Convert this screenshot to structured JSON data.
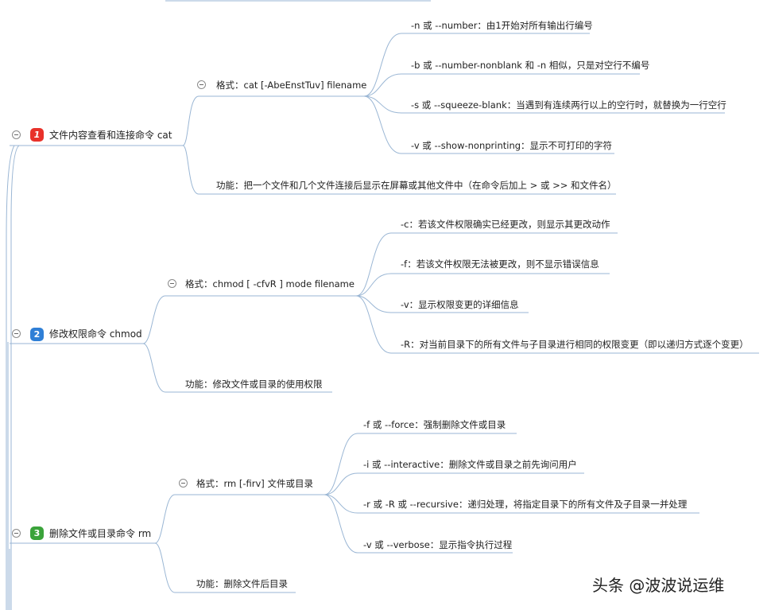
{
  "colors": {
    "line": "#9ab6d4",
    "badge_1": "#e8312a",
    "badge_2": "#2f7fd6",
    "badge_3": "#3aa33a"
  },
  "icons": {
    "collapse": "circle-minus-icon"
  },
  "topics": [
    {
      "number": "1",
      "label": "文件内容查看和连接命令 cat",
      "format": "格式：cat [-AbeEnstTuv] filename",
      "options": [
        "-n 或 --number：由1开始对所有输出行编号",
        "-b 或 --number-nonblank 和 -n 相似，只是对空行不编号",
        "-s 或 --squeeze-blank：当遇到有连续两行以上的空行时，就替换为一行空行",
        "-v 或 --show-nonprinting：显示不可打印的字符"
      ],
      "function": "功能：把一个文件和几个文件连接后显示在屏幕或其他文件中（在命令后加上 > 或 >> 和文件名）"
    },
    {
      "number": "2",
      "label": "修改权限命令 chmod",
      "format": "格式：chmod [ -cfvR ] mode filename",
      "options": [
        "-c：若该文件权限确实已经更改，则显示其更改动作",
        "-f：若该文件权限无法被更改，则不显示错误信息",
        "-v：显示权限变更的详细信息",
        "-R：对当前目录下的所有文件与子目录进行相同的权限变更（即以递归方式逐个变更）"
      ],
      "function": "功能：修改文件或目录的使用权限"
    },
    {
      "number": "3",
      "label": "删除文件或目录命令 rm",
      "format": "格式：rm [-firv] 文件或目录",
      "options": [
        "-f 或 --force：强制删除文件或目录",
        "-i 或 --interactive：删除文件或目录之前先询问用户",
        "-r 或 -R 或 --recursive：递归处理，将指定目录下的所有文件及子目录一并处理",
        "-v 或 --verbose：显示指令执行过程"
      ],
      "function": "功能：删除文件后目录"
    }
  ],
  "watermark": "头条 @波波说运维"
}
